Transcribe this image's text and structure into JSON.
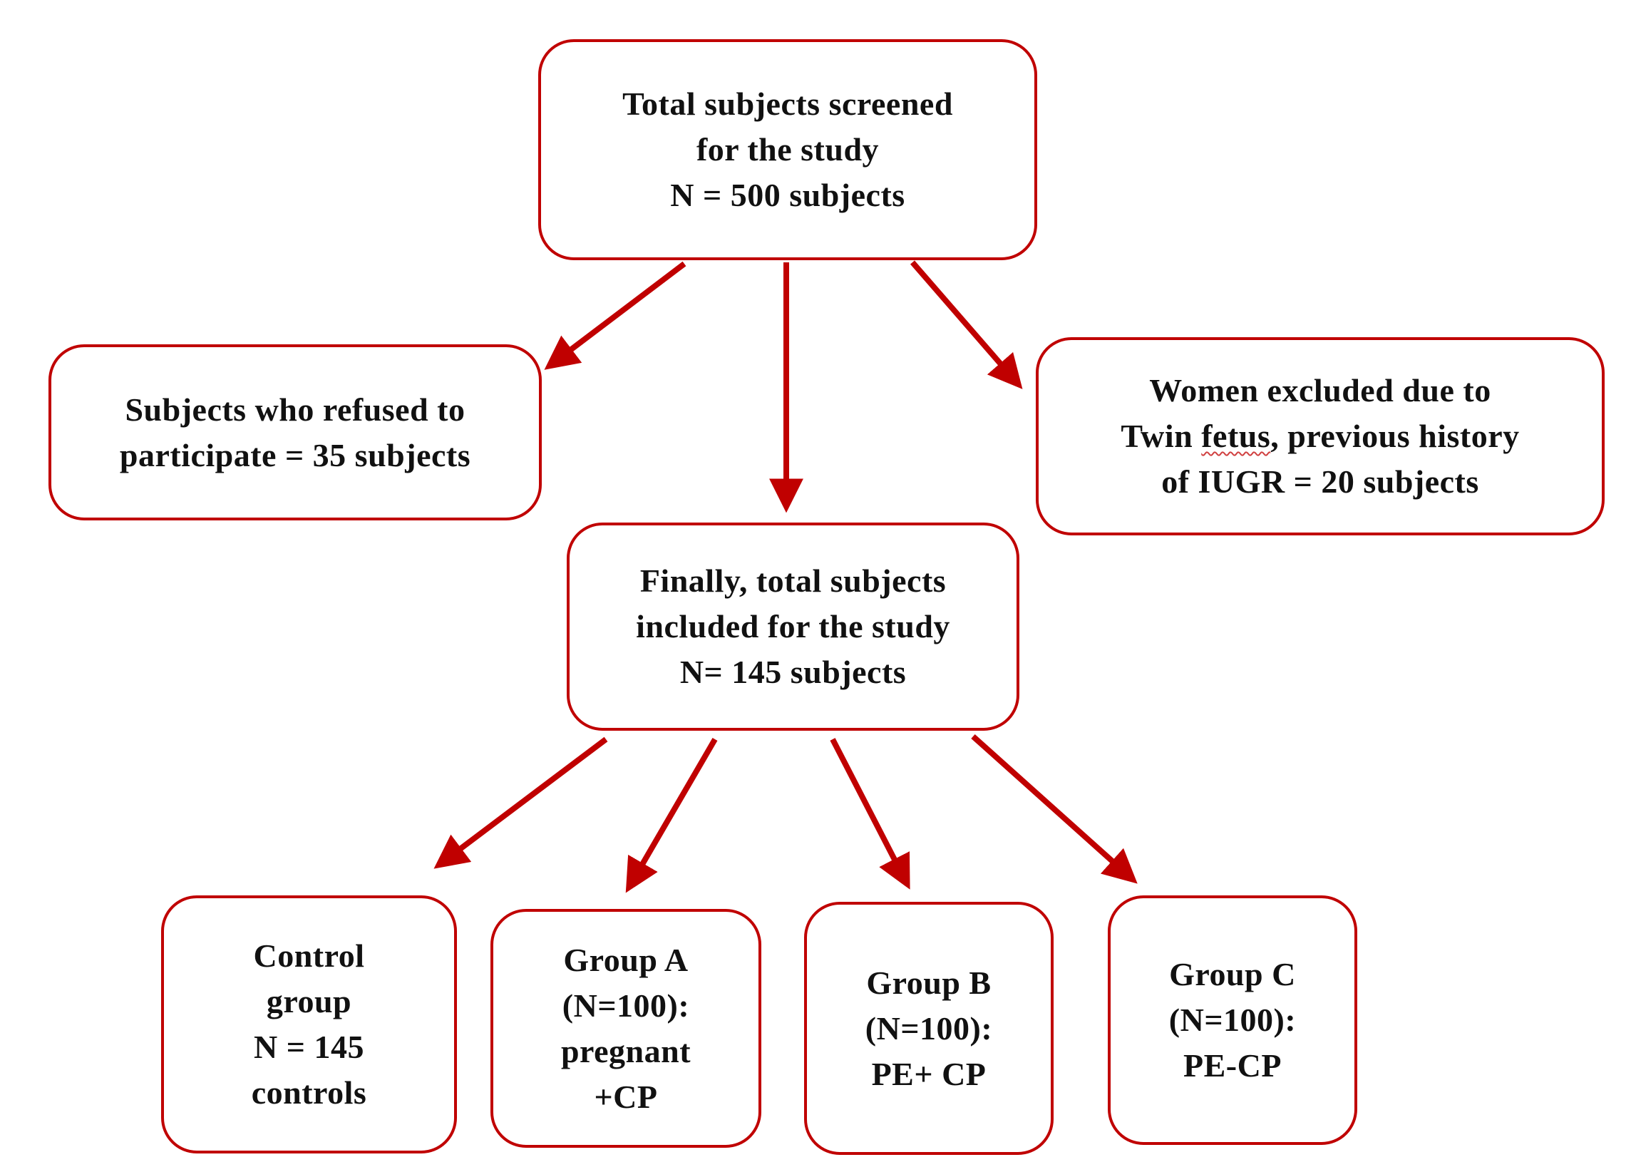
{
  "colors": {
    "arrow": "#c00000",
    "box_border": "#c00000",
    "text": "#111111",
    "spellcheck_underline": "#d04040"
  },
  "nodes": {
    "screened": {
      "lines": [
        "Total subjects screened",
        "for the study",
        "N = 500 subjects"
      ]
    },
    "refused": {
      "lines": [
        "Subjects who refused to",
        "participate = 35 subjects"
      ]
    },
    "excluded": {
      "line1": "Women excluded due to",
      "line2_pre": "Twin ",
      "line2_word": "fetus",
      "line2_post": ", previous history",
      "line3": "of IUGR = 20 subjects"
    },
    "included": {
      "lines": [
        "Finally, total subjects",
        "included for the study",
        "N= 145 subjects"
      ]
    },
    "control": {
      "lines": [
        "Control",
        "group",
        "N = 145",
        "controls"
      ]
    },
    "group_a": {
      "lines": [
        "Group A",
        "(N=100):",
        "pregnant",
        "+CP"
      ]
    },
    "group_b": {
      "lines": [
        "Group B",
        "(N=100):",
        "PE+ CP"
      ]
    },
    "group_c": {
      "lines": [
        "Group C",
        "(N=100):",
        "PE-CP"
      ]
    }
  },
  "edges": [
    {
      "from": "screened",
      "to": "refused"
    },
    {
      "from": "screened",
      "to": "included"
    },
    {
      "from": "screened",
      "to": "excluded"
    },
    {
      "from": "included",
      "to": "control"
    },
    {
      "from": "included",
      "to": "group_a"
    },
    {
      "from": "included",
      "to": "group_b"
    },
    {
      "from": "included",
      "to": "group_c"
    }
  ]
}
